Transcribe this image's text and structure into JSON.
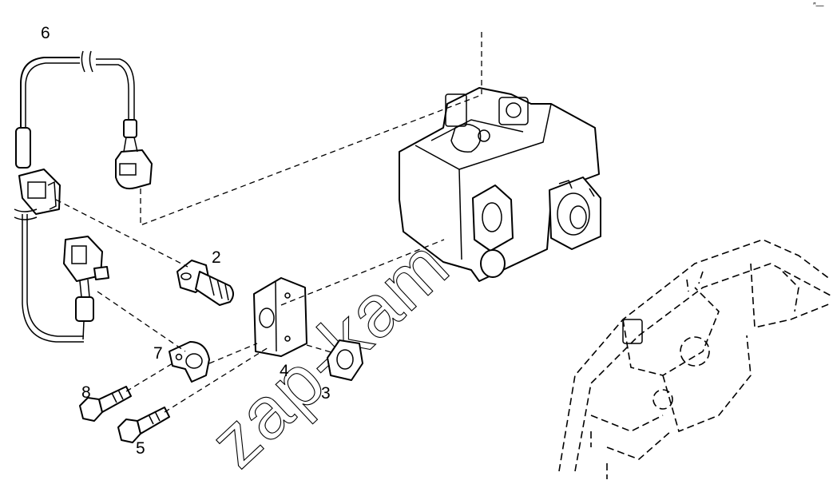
{
  "callouts": [
    {
      "id": "1",
      "text": "6"
    },
    {
      "id": "2",
      "text": "2"
    },
    {
      "id": "3",
      "text": "7"
    },
    {
      "id": "4",
      "text": "4"
    },
    {
      "id": "5",
      "text": "3"
    },
    {
      "id": "6",
      "text": "8"
    },
    {
      "id": "7",
      "text": "5"
    }
  ],
  "watermark": "zap-kam.ru",
  "corner_mark": "″—"
}
